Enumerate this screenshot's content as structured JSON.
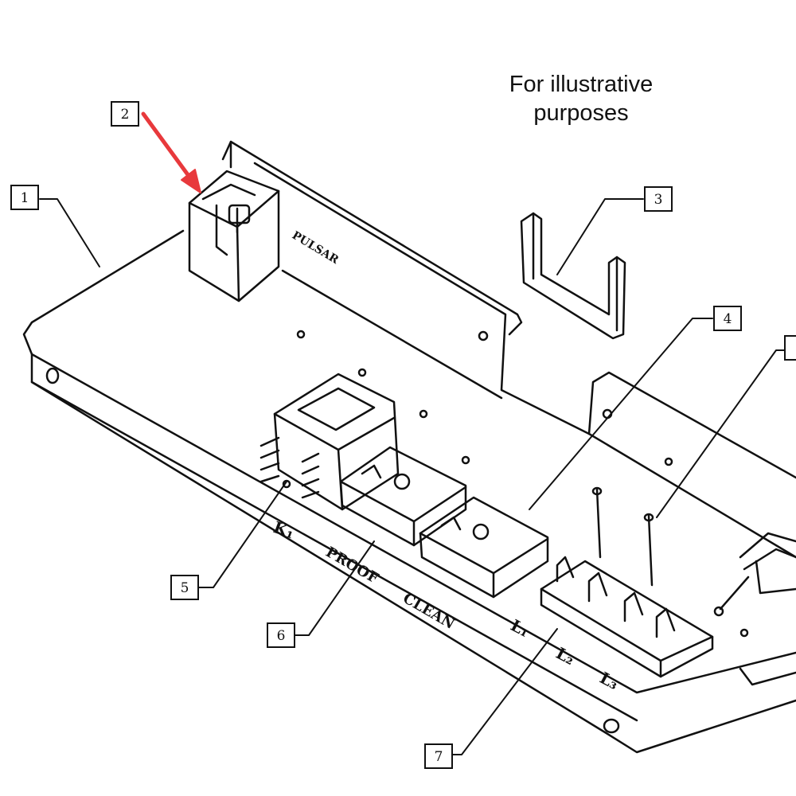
{
  "note": {
    "line1": "For illustrative",
    "line2": "purposes"
  },
  "callouts": [
    "1",
    "2",
    "3",
    "4",
    "5",
    "6",
    "7"
  ],
  "labels": {
    "pulsar": "PULSAR",
    "k1": "K₁",
    "proof": "PROOF",
    "clean": "CLEAN",
    "l1": "L₁",
    "l2": "L₂",
    "l3": "L₃"
  },
  "colors": {
    "arrow": "#e8393c",
    "line": "#111111",
    "background": "#ffffff"
  }
}
